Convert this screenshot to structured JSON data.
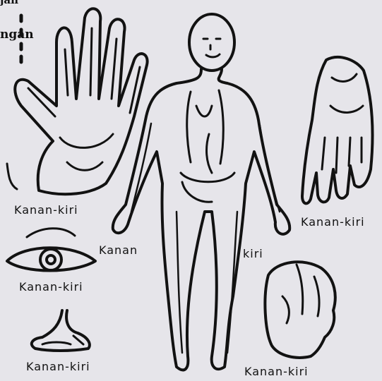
{
  "labels": {
    "hand": "Kanan-kiri",
    "foot_sole": "Kanan-kiri",
    "body_left": "Kanan",
    "body_right": "kiri",
    "eye": "Kanan-kiri",
    "foot": "Kanan-kiri",
    "head": "Kanan-kiri",
    "top_fragment": "jan",
    "side_fragment": "ngan"
  }
}
